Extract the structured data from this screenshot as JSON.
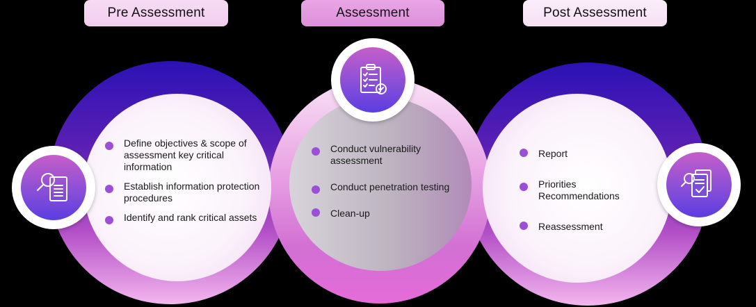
{
  "phases": {
    "pre": {
      "label": "Pre Assessment",
      "icon": "document-search-icon",
      "items": [
        "Define objectives & scope of assessment key critical information",
        "Establish information protection procedures",
        "Identify and rank critical assets"
      ]
    },
    "assessment": {
      "label": "Assessment",
      "icon": "checklist-clipboard-icon",
      "items": [
        "Conduct vulnerability assessment",
        "Conduct penetration testing",
        "Clean-up"
      ]
    },
    "post": {
      "label": "Post Assessment",
      "icon": "report-review-icon",
      "items": [
        "Report",
        "Priorities Recommendations",
        "Reassessment"
      ]
    }
  },
  "colors": {
    "ring_top": "#2b12b5",
    "ring_bottom": "#f3b6ee",
    "badge_top": "#c55ec8",
    "badge_bottom": "#5b3de0",
    "bullet": "#9b4fd6"
  }
}
